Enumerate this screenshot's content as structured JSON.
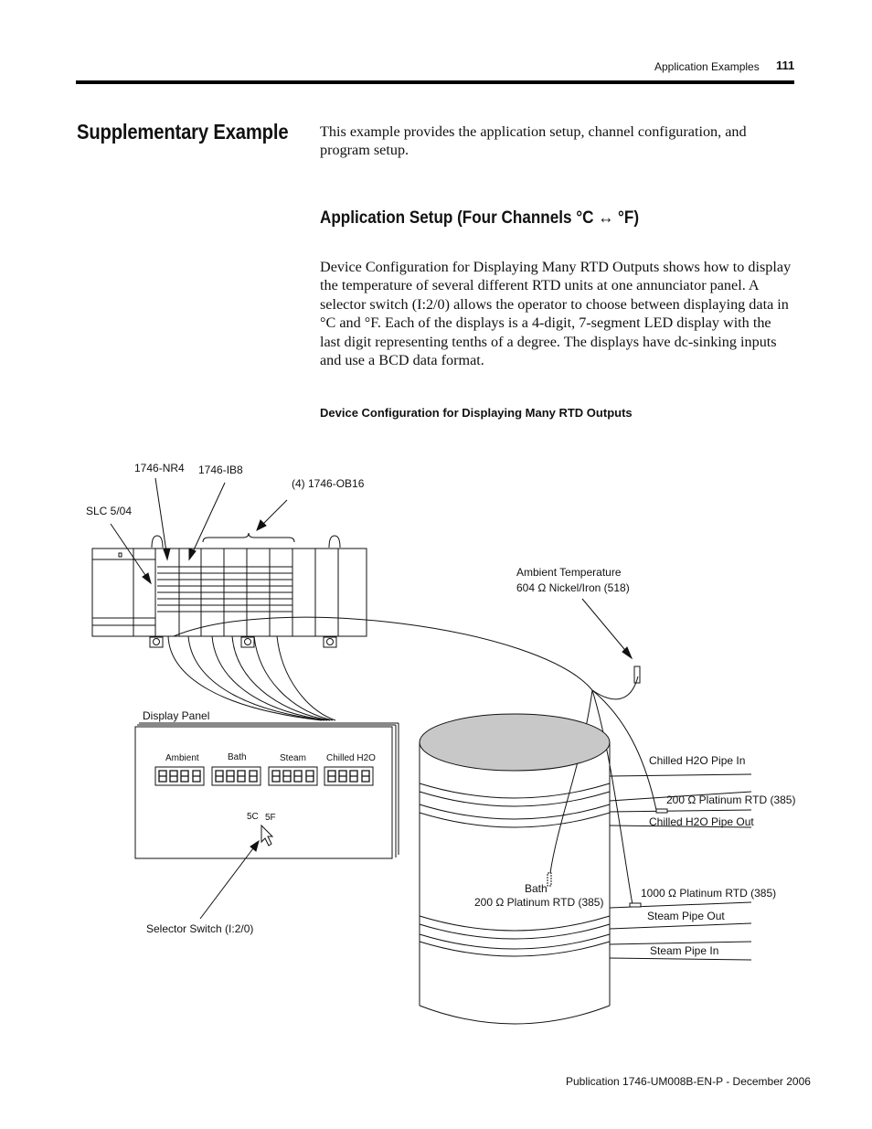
{
  "header": {
    "section": "Application Examples",
    "page_number": "111"
  },
  "section_title": "Supplementary Example",
  "intro": "This example provides the application setup, channel configuration, and program setup.",
  "subsection_title": "Application Setup (Four Channels °C ↔ °F)",
  "paragraph": "Device Configuration for Displaying Many RTD Outputs shows how to display the temperature of several different RTD units at one annunciator panel. A selector switch (I:2/0) allows the operator to choose between displaying data in °C and °F. Each of the displays is a 4-digit, 7-segment LED display with the last digit representing tenths of a degree. The displays have dc-sinking inputs and use a BCD data format.",
  "figure": {
    "caption": "Device Configuration for Displaying Many RTD Outputs",
    "labels": {
      "nr4": "1746-NR4",
      "ib8": "1746-IB8",
      "ob16": "(4) 1746-OB16",
      "slc": "SLC 5/04",
      "ambient_temp_1": "Ambient Temperature",
      "ambient_temp_2": "604 Ω Nickel/Iron (518)",
      "display_panel": "Display Panel",
      "selector_switch": "Selector Switch (I:2/0)",
      "chilled_in": "Chilled H2O Pipe In",
      "rtd_200_a": "200 Ω Platinum RTD (385)",
      "chilled_out": "Chilled H2O Pipe Out",
      "bath": "Bath",
      "bath_rtd": "200 Ω Platinum RTD (385)",
      "rtd_1000": "1000 Ω Platinum RTD (385)",
      "steam_out": "Steam Pipe Out",
      "steam_in": "Steam Pipe In"
    },
    "displays": [
      "Ambient",
      "Bath",
      "Steam",
      "Chilled H2O"
    ],
    "switch_c": "5C",
    "switch_f": "5F"
  },
  "footer": "Publication 1746-UM008B-EN-P - December 2006"
}
